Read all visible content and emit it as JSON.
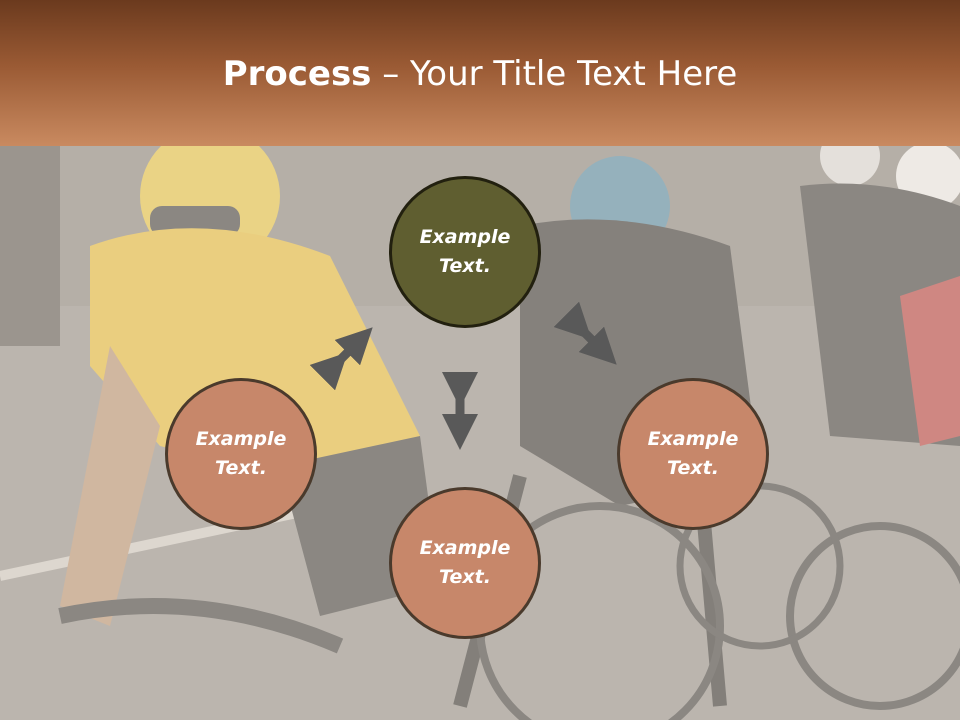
{
  "slide": {
    "title_bold": "Process",
    "title_rest": " – Your Title Text Here"
  },
  "diagram": {
    "center": {
      "text": "Example\nText."
    },
    "nodes": [
      {
        "text": "Example\nText."
      },
      {
        "text": "Example\nText."
      },
      {
        "text": "Example\nText."
      }
    ],
    "colors": {
      "center_fill": "#5f5e30",
      "node_fill": "#c7876a",
      "arrow": "#595959",
      "header": "#9a5a34"
    }
  }
}
